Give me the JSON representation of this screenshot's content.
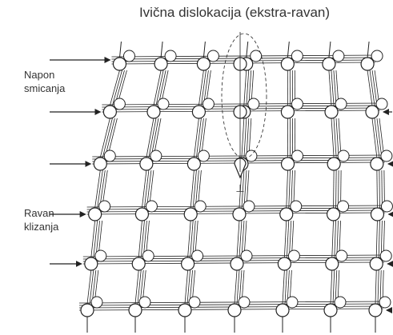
{
  "title": "Ivična dislokacija (ekstra-ravan)",
  "labels": {
    "napon_line1": "Napon",
    "napon_line2": "smicanja",
    "ravan_line1": "Ravan",
    "ravan_line2": "klizanja",
    "dislocation_symbol": "⊥"
  },
  "colors": {
    "ink": "#222222",
    "atom_fill": "#ffffff",
    "text": "#333333"
  }
}
